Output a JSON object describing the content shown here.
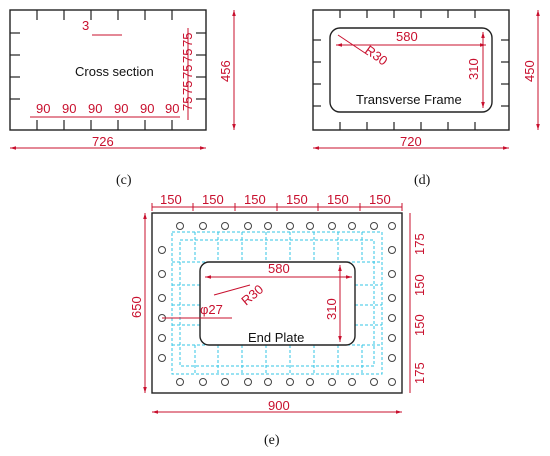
{
  "panel_c": {
    "caption": "(c)",
    "title": "Cross section",
    "dims": {
      "width": "726",
      "height": "456",
      "gap": "3",
      "spacing": [
        "90",
        "90",
        "90",
        "90",
        "90",
        "90"
      ],
      "side": [
        "75",
        "75",
        "75",
        "75",
        "75",
        "75"
      ]
    }
  },
  "panel_d": {
    "caption": "(d)",
    "title": "Transverse Frame",
    "dims": {
      "width": "720",
      "height": "450",
      "opening_w": "580",
      "opening_h": "310",
      "radius": "R30"
    }
  },
  "panel_e": {
    "caption": "(e)",
    "title": "End Plate",
    "dims": {
      "width": "900",
      "height": "650",
      "top": [
        "150",
        "150",
        "150",
        "150",
        "150",
        "150"
      ],
      "right": [
        "175",
        "150",
        "150",
        "175"
      ],
      "opening_w": "580",
      "opening_h": "310",
      "radius": "R30",
      "hole": "φ27"
    }
  },
  "colors": {
    "dimension": "#c8102e",
    "outline": "#222222",
    "grid": "#33c6e6"
  }
}
